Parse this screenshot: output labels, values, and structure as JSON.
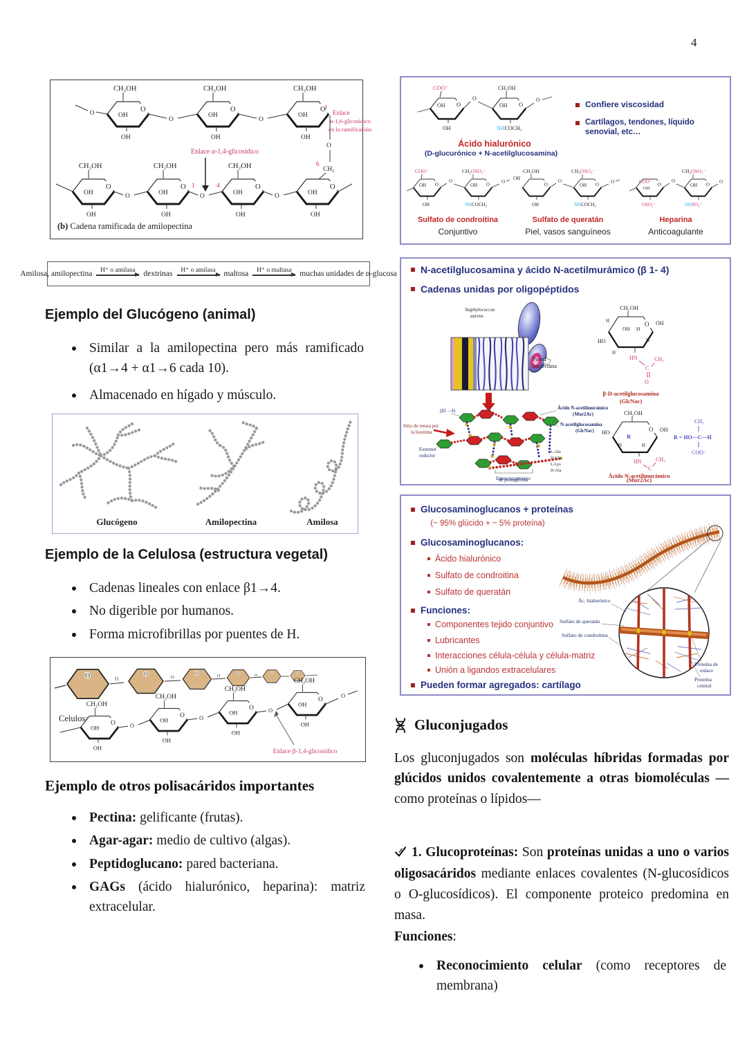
{
  "page": {
    "number": "4"
  },
  "chem": {
    "ch2oh": "CH₂OH",
    "oh": "OH",
    "ho": "HO",
    "o": "O",
    "h": "H",
    "ch2": "CH₂",
    "ch3": "CH₃",
    "c": "C",
    "r": "R",
    "hn": "HN",
    "coo": "COO⁻",
    "oso3": "OSO₃⁻",
    "nh": "NH",
    "coch3": "COCH₃",
    "so3": "SO₃⁻"
  },
  "fig_amylopectin": {
    "caption_lead": "(b)",
    "caption": " Cadena ramificada de amilopectina",
    "link14": "Enlace α-1,4-glicosídico",
    "link16_l1": "Enlace",
    "link16_l2": "α-1,6-glicosídico",
    "link16_l3": "en la ramificación",
    "n1": "1",
    "n4": "4",
    "n6": "6"
  },
  "fig_hydrolysis": {
    "start": "Amilosa, amilopectina",
    "enz1": "H⁺ o amilasa",
    "mid1": "dextrinas",
    "enz2": "H⁺ o amilasa",
    "mid2": "maltosa",
    "enz3": "H⁺ o maltasa",
    "end": "muchas unidades de ᴅ-glucosa"
  },
  "glycogen_section": {
    "title": "Ejemplo del Glucógeno (animal)",
    "bullets": [
      [
        {
          "t": "Similar a la amilopectina pero más ramificado (α1→4 + α1→6 cada 10)."
        }
      ],
      [
        {
          "t": "Almacenado en hígado y músculo."
        }
      ]
    ]
  },
  "fig_chains": {
    "labels": [
      "Glucógeno",
      "Amilopectina",
      "Amilosa"
    ]
  },
  "cellulose_section": {
    "title": "Ejemplo de la Celulosa (estructura vegetal)",
    "bullets": [
      [
        {
          "t": "Cadenas lineales con enlace β1→4."
        }
      ],
      [
        {
          "t": "No digerible por humanos."
        }
      ],
      [
        {
          "t": "Forma microfibrillas por puentes de H."
        }
      ]
    ]
  },
  "fig_cellulose": {
    "name": "Celulosa",
    "link": "Enlace β-1,4-glicosídico"
  },
  "others_section": {
    "title": "Ejemplo de otros polisacáridos importantes",
    "bullets": [
      [
        {
          "t": "Pectina:",
          "b": true
        },
        {
          "t": " gelificante (frutas)."
        }
      ],
      [
        {
          "t": "Agar-agar:",
          "b": true
        },
        {
          "t": " medio de cultivo (algas)."
        }
      ],
      [
        {
          "t": "Peptidoglucano:",
          "b": true
        },
        {
          "t": " pared bacteriana."
        }
      ],
      [
        {
          "t": "GAGs",
          "b": true
        },
        {
          "t": " (ácido hialurónico, heparina): matriz extracelular."
        }
      ]
    ]
  },
  "box_gags": {
    "ha_name": "Ácido hialurónico",
    "ha_formula": "(D-glucurónico + N-acetilglucosamina)",
    "bullets": [
      "Confiere viscosidad",
      "Cartílagos, tendones, líquido senovial, etc…"
    ],
    "structures": [
      {
        "name": "Sulfato de condroitina",
        "tissue": "Conjuntivo"
      },
      {
        "name": "Sulfato de queratán",
        "tissue": "Piel, vasos sanguíneos"
      },
      {
        "name": "Heparina",
        "tissue": "Anticoagulante"
      }
    ]
  },
  "box_peptido": {
    "bullets": [
      "N-acetilglucosamina y ácido N-acetilmurámico (β 1- 4)",
      "Cadenas unidas por oligopéptidos"
    ],
    "bacteria_l1": "Staphylococcus",
    "bacteria_l2": "aureus",
    "wall_l1": "Pared",
    "wall_l2": "bacteriana",
    "beta": "(β1→4)",
    "lyso_l1": "Sitio de rotura por",
    "lyso_l2": "la lisozima",
    "red_l1": "Extremo",
    "red_l2": "reductor",
    "cross_l1": "Entrecruzamiento",
    "cross_l2": "de pentaglicina",
    "mur_label_l1": "Ácido N-acetilmurámico",
    "mur_label_l2": "(Mur2Ac)",
    "glc_label_l1": "N-acetilglucosamina",
    "glc_label_l2": "(GlcNac)",
    "aa": [
      "L-Ala",
      "D-Glu",
      "L-Lys",
      "D-Ala"
    ],
    "glcnac_cap1": "β-D-acetilglucosamina",
    "glcnac_cap2": "(GlcNac)",
    "mur2ac_cap1": "Ácido N-acetilmurámico",
    "mur2ac_cap2": "(Mur2Ac)",
    "r_top": "CH₃",
    "r_mid": "R = HO—C—H",
    "r_bot": "COO⁻"
  },
  "box_proteo": {
    "b1": "Glucosaminoglucanos + proteínas",
    "b1_sub": "(~ 95% glúcido + ~ 5% proteína)",
    "b2": "Glucosaminoglucanos:",
    "gag_list": [
      "Ácido hialurónico",
      "Sulfato de condroitina",
      "Sulfato de queratán"
    ],
    "b3": "Funciones:",
    "fn_list": [
      "Componentes tejido conjuntivo",
      "Lubricantes",
      "Interacciones célula-célula y célula-matriz",
      "Unión a ligandos extracelulares"
    ],
    "b4": "Pueden formar agregados: cartílago",
    "inset": {
      "ha": "Ác. hialurónico",
      "ks": "Sulfato de queratán",
      "cs": "Sulfato de condroitina",
      "link_l1": "Proteína de",
      "link_l2": "enlace",
      "core_l1": "Proteína",
      "core_l2": "central"
    }
  },
  "gluco": {
    "heading_icon": "dna-icon",
    "title": "Gluconjugados",
    "p1": [
      {
        "t": "Los gluconjugados son "
      },
      {
        "t": "moléculas híbridas formadas por glúcidos unidos covalentemente a otras biomoléculas —",
        "b": true
      },
      {
        "t": "como proteínas o lípidos—"
      }
    ],
    "check_icon": "check-icon",
    "p2": [
      {
        "t": "1. Glucoproteínas:",
        "b": true
      },
      {
        "t": " Son "
      },
      {
        "t": "proteínas unidas a uno o varios oligosacáridos",
        "b": true
      },
      {
        "t": " mediante enlaces covalentes (N-glucosídicos o O-glucosídicos).  El componente proteico predomina en masa."
      }
    ],
    "funciones": [
      {
        "t": "Funciones",
        "b": true
      },
      {
        "t": ":"
      }
    ],
    "bullet1": [
      {
        "t": "Reconocimiento celular",
        "b": true
      },
      {
        "t": " (como receptores de membrana)"
      }
    ]
  }
}
